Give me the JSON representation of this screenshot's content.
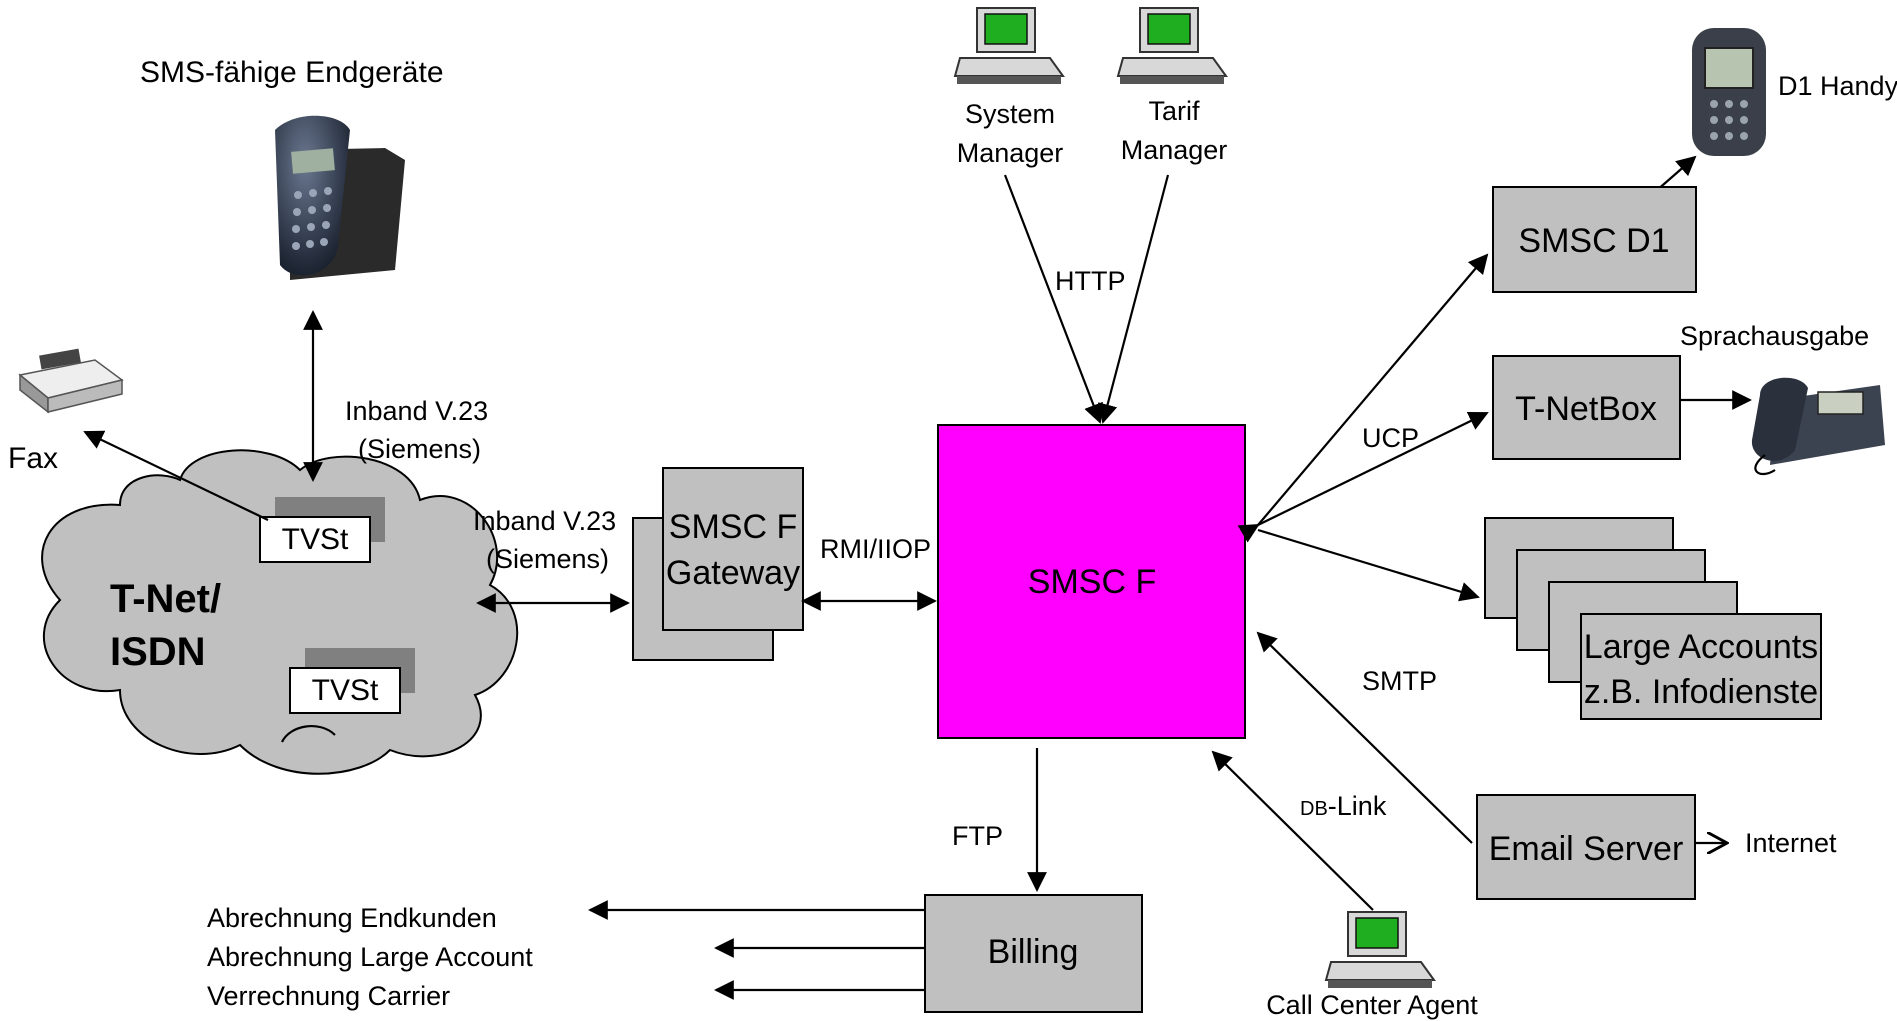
{
  "colors": {
    "smsc_f_fill": "#ff00ff",
    "box_fill": "#c0c0c0",
    "cloud_fill": "#c0c0c0",
    "screen": "#1fae1f"
  },
  "icons": {
    "phone_sms": "sms-phone-icon",
    "fax": "fax-icon",
    "pc": "computer-icon",
    "mobile": "mobile-phone-icon",
    "desk_phone": "desk-phone-icon"
  },
  "labels": {
    "sms_endgeraete": "SMS-fähige Endgeräte",
    "fax": "Fax",
    "inband_top_1": "Inband V.23",
    "inband_top_2": "(Siemens)",
    "inband_mid_1": "Inband V.23",
    "inband_mid_2": "(Siemens)",
    "rmi": "RMI/IIOP",
    "system_manager_1": "System",
    "system_manager_2": "Manager",
    "tarif_manager_1": "Tarif",
    "tarif_manager_2": "Manager",
    "http": "HTTP",
    "ucp": "UCP",
    "smtp": "SMTP",
    "ftp": "FTP",
    "db_link_small": "DB",
    "db_link_rest": "-Link",
    "d1_handy": "D1 Handy",
    "sprachausgabe": "Sprachausgabe",
    "internet": "Internet",
    "call_center": "Call Center Agent",
    "billing_out_1": "Abrechnung Endkunden",
    "billing_out_2": "Abrechnung Large Account",
    "billing_out_3": "Verrechnung Carrier"
  },
  "nodes": {
    "cloud_1": "T-Net/",
    "cloud_2": "ISDN",
    "tvst_1": "TVSt",
    "tvst_2": "TVSt",
    "gateway_1": "SMSC F",
    "gateway_2": "Gateway",
    "smsc_f": "SMSC F",
    "smsc_d1": "SMSC D1",
    "tnetbox": "T-NetBox",
    "large_accounts_1": "Large Accounts",
    "large_accounts_2": "z.B. Infodienste",
    "email_server": "Email Server",
    "billing": "Billing"
  }
}
